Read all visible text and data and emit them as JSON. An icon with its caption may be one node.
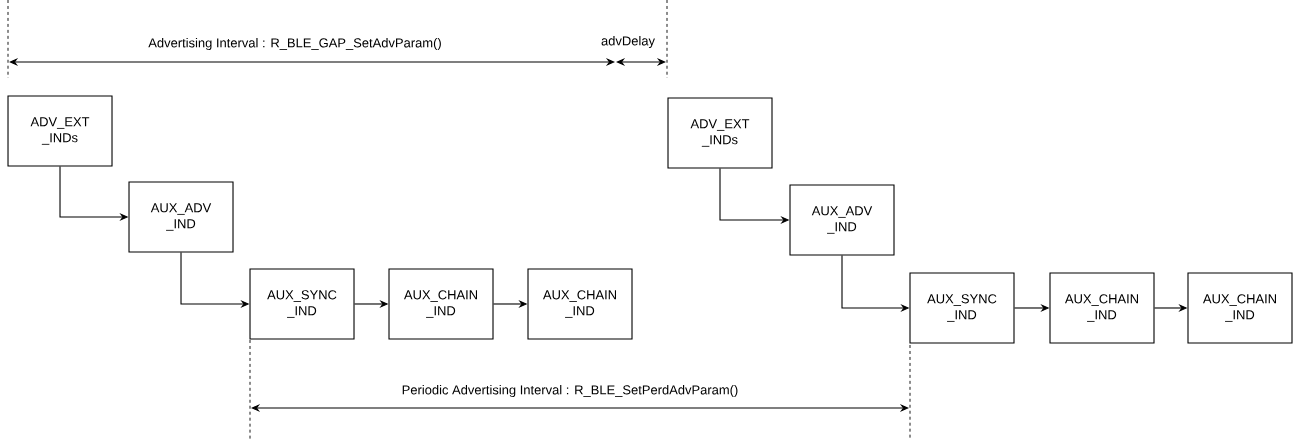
{
  "diagram": {
    "nodes": [
      {
        "text": [
          "ADV_EXT _INDs"
        ]
      },
      {
        "text": [
          "AUX_ADV _IND"
        ]
      },
      {
        "text": [
          "AUX_SYNC _IND"
        ]
      },
      {
        "text": [
          "AUX_CHAIN _IND"
        ]
      },
      {
        "text": [
          "AUX_CHAIN _IND"
        ]
      },
      {
        "text": [
          "ADV_EXT _INDs"
        ]
      },
      {
        "text": [
          "AUX_ADV _IND"
        ]
      },
      {
        "text": [
          "AUX_SYNC _IND"
        ]
      },
      {
        "text": [
          "AUX_CHAIN _IND"
        ]
      },
      {
        "text": [
          "AUX_CHAIN _IND"
        ]
      }
    ],
    "edges": [
      {
        "from": 0,
        "to": 1,
        "arrow": "to"
      },
      {
        "from": 1,
        "to": 2,
        "arrow": "to"
      },
      {
        "from": 2,
        "to": 3,
        "arrow": "to"
      },
      {
        "from": 3,
        "to": 4,
        "arrow": "to"
      },
      {
        "from": 5,
        "to": 6,
        "arrow": "to"
      },
      {
        "from": 6,
        "to": 7,
        "arrow": "to"
      },
      {
        "from": 7,
        "to": 8,
        "arrow": "to"
      },
      {
        "from": 8,
        "to": 9,
        "arrow": "to"
      }
    ],
    "labels": [
      "Advertising Interval : R_BLE_GAP_SetAdvParam()",
      "advDelay",
      "Periodic Advertising Interval : R_BLE_SetPerdAdvParam()"
    ]
  }
}
